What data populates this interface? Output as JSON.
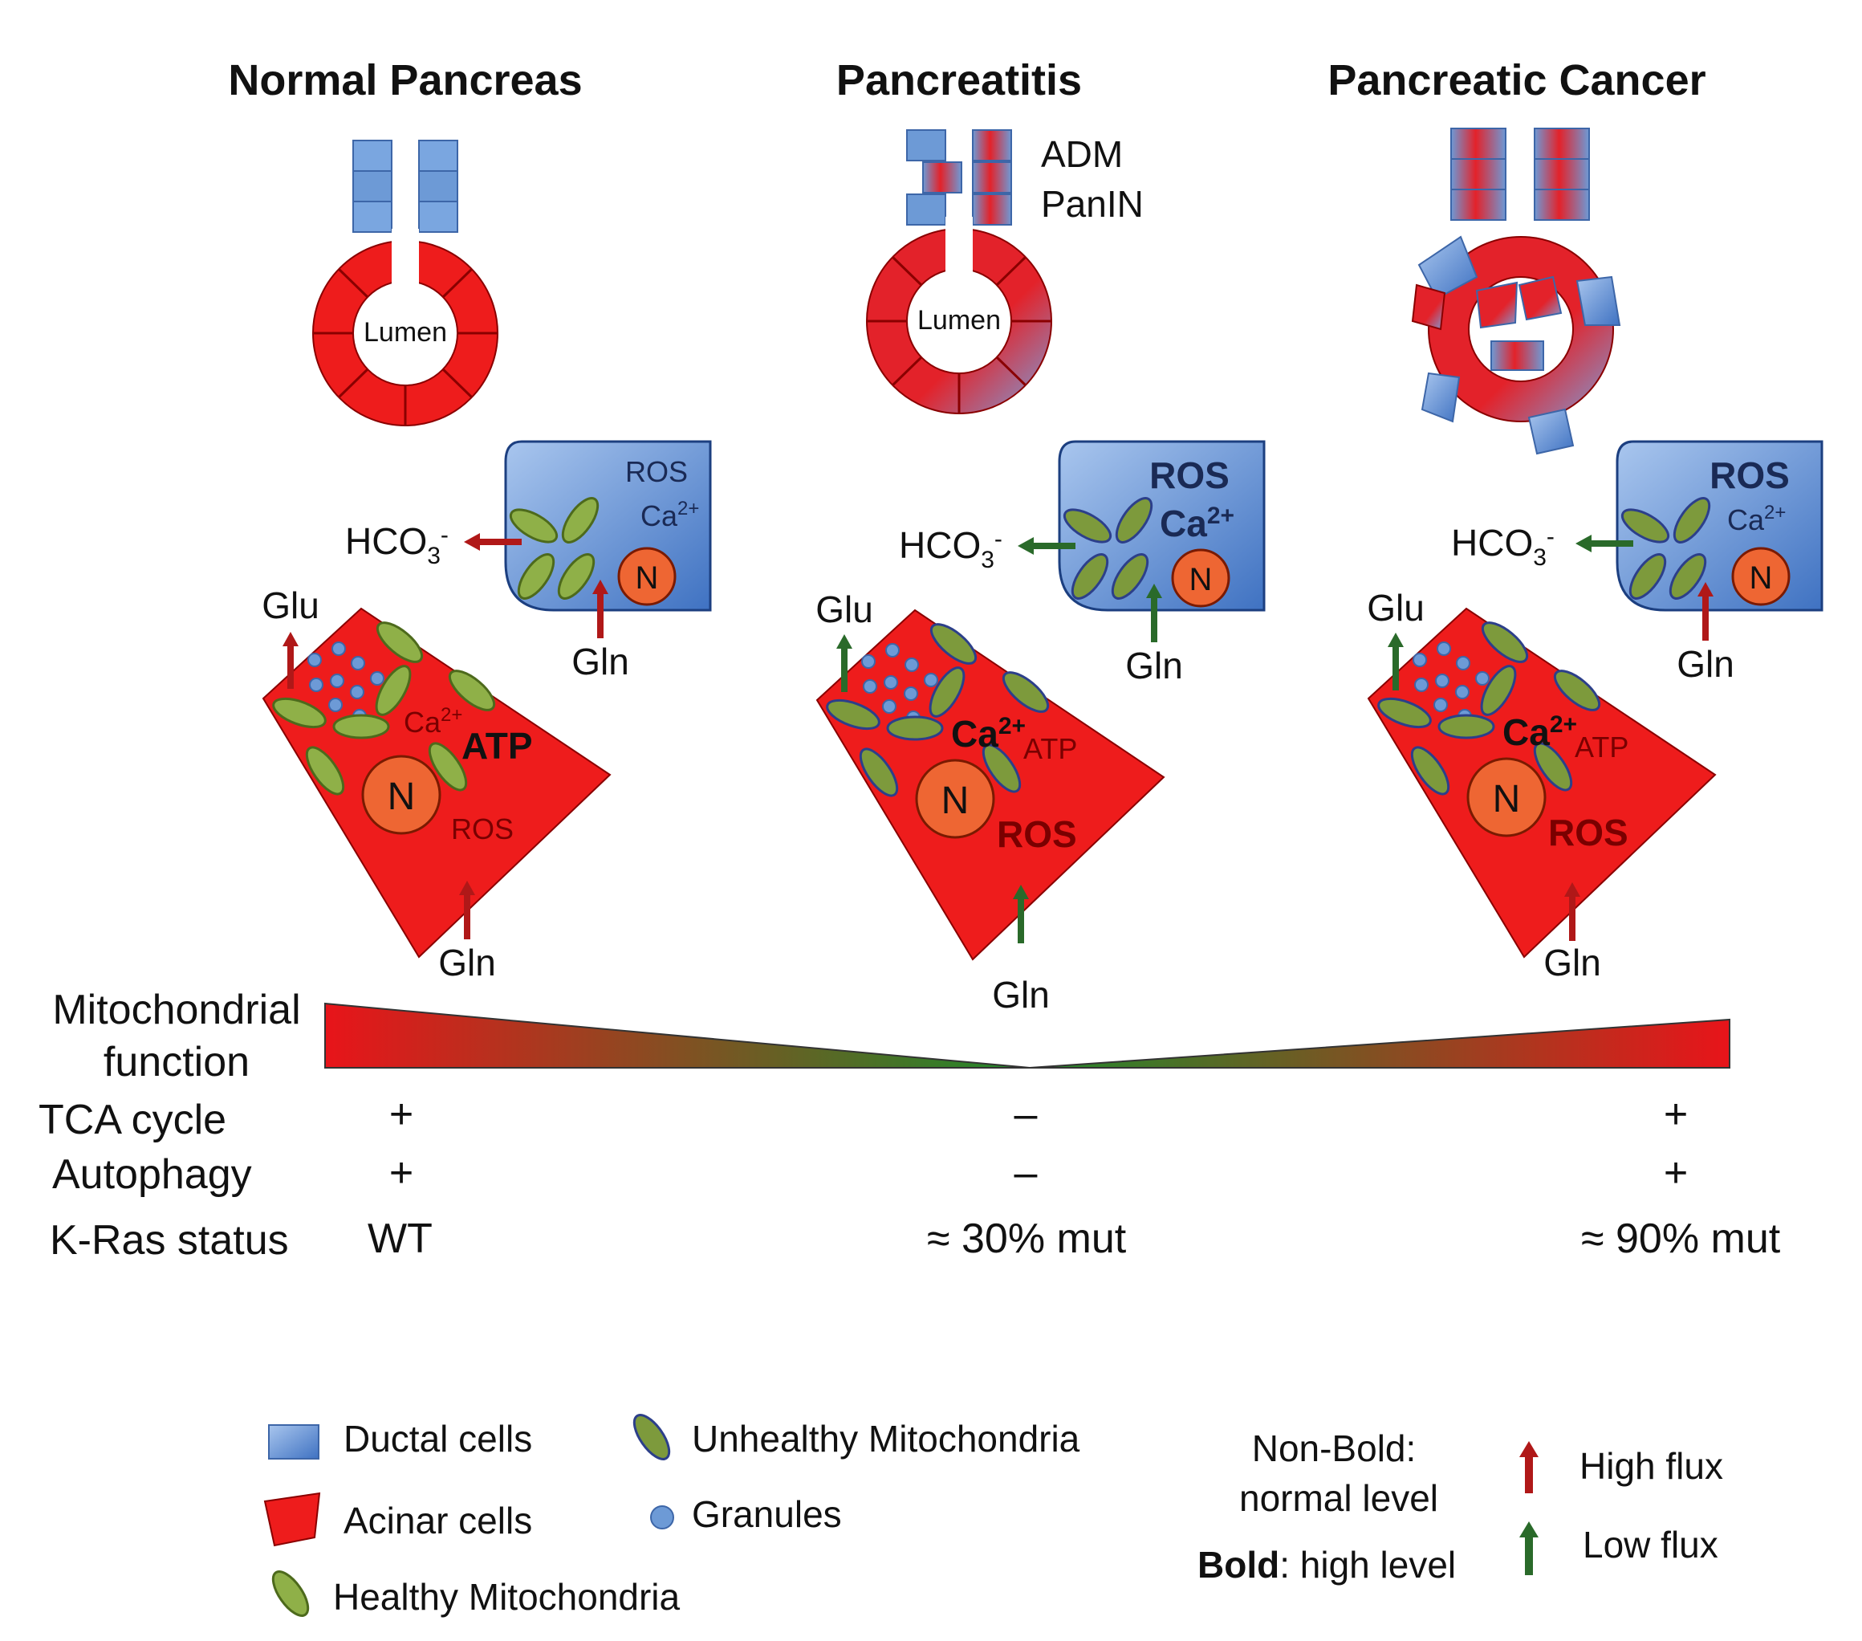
{
  "titles": {
    "normal": "Normal Pancreas",
    "pancreatitis": "Pancreatitis",
    "cancer": "Pancreatic Cancer"
  },
  "acinus": {
    "lumen": "Lumen",
    "adm": "ADM",
    "panin": "PanIN"
  },
  "cell_labels": {
    "ros": "ROS",
    "ca": "Ca",
    "ca_sup": "2+",
    "atp": "ATP",
    "nucleus": "N",
    "hco3_main": "HCO",
    "hco3_sub": "3",
    "hco3_sup": "-",
    "glu": "Glu",
    "gln": "Gln"
  },
  "rows": {
    "mito_line1": "Mitochondrial",
    "mito_line2": "function",
    "tca": "TCA cycle",
    "autophagy": "Autophagy",
    "kras": "K-Ras status"
  },
  "values": {
    "tca": [
      "+",
      "–",
      "+"
    ],
    "autophagy": [
      "+",
      "–",
      "+"
    ],
    "kras": [
      "WT",
      "≈ 30% mut",
      "≈ 90% mut"
    ]
  },
  "legend": {
    "ductal": "Ductal cells",
    "acinar": "Acinar cells",
    "healthy_mito": "Healthy Mitochondria",
    "unhealthy_mito": "Unhealthy Mitochondria",
    "granules": "Granules",
    "nonbold_1": "Non-Bold:",
    "nonbold_2": "normal level",
    "bold_word": "Bold",
    "bold_rest": ": high level",
    "high_flux": "High flux",
    "low_flux": "Low flux"
  },
  "colors": {
    "acinar_red": "#ee1c1c",
    "ductal_blue": "#6d9ad6",
    "mito_green": "#7d9a3c",
    "nucleus_orange": "#ee6633",
    "high_flux": "#b01818",
    "low_flux": "#2a6a2a"
  }
}
